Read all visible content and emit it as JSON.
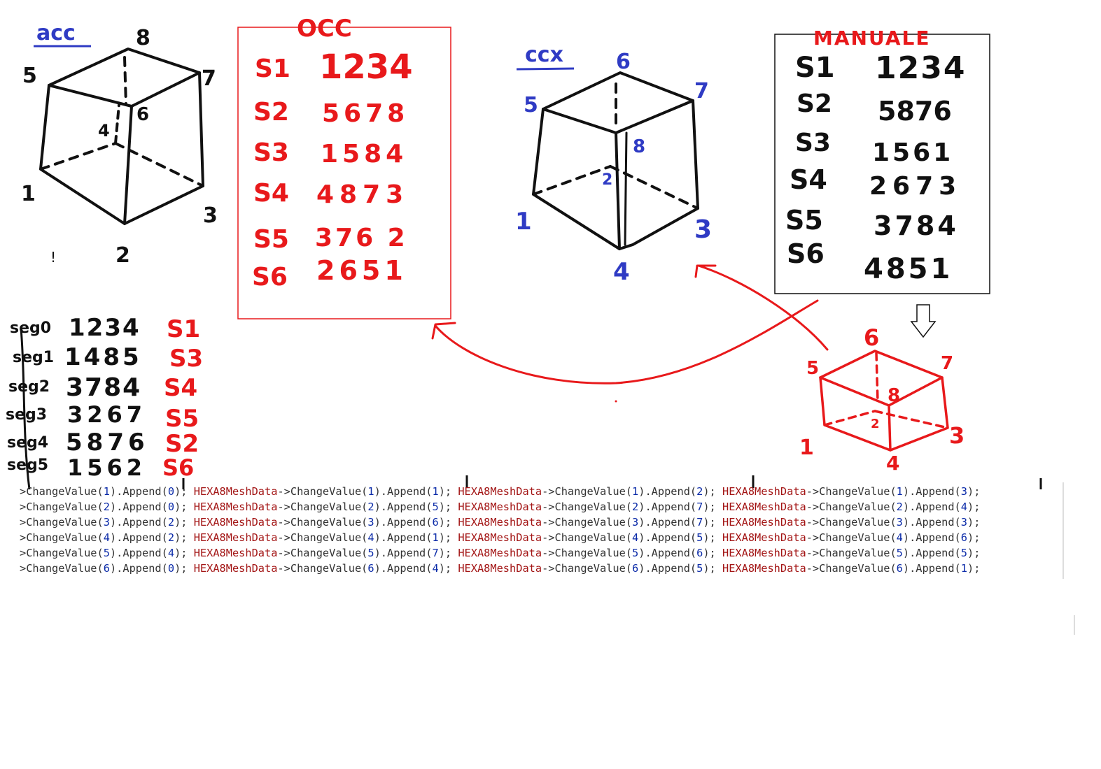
{
  "colors": {
    "black": "#111111",
    "red": "#e8191b",
    "blue": "#2f3bc4",
    "code_red": "#a31515",
    "code_num": "#0a2aa8"
  },
  "acc": {
    "title": "acc",
    "nodes": [
      "1",
      "2",
      "3",
      "4",
      "5",
      "6",
      "7",
      "8"
    ]
  },
  "occ": {
    "title": "OCC",
    "rows": [
      {
        "label": "S1",
        "values": "1234"
      },
      {
        "label": "S2",
        "values": "5678"
      },
      {
        "label": "S3",
        "values": "1584"
      },
      {
        "label": "S4",
        "values": "4873"
      },
      {
        "label": "S5",
        "values": "376 2"
      },
      {
        "label": "S6",
        "values": "2651"
      }
    ]
  },
  "ccx": {
    "title": "ccx",
    "nodes": [
      "1",
      "2",
      "3",
      "4",
      "5",
      "6",
      "7",
      "8"
    ]
  },
  "manuale": {
    "title": "MANUALE",
    "rows": [
      {
        "label": "S1",
        "values": "1234"
      },
      {
        "label": "S2",
        "values": "5876"
      },
      {
        "label": "S3",
        "values": "1561"
      },
      {
        "label": "S4",
        "values": "2673"
      },
      {
        "label": "S5",
        "values": "3784"
      },
      {
        "label": "S6",
        "values": "4851"
      }
    ]
  },
  "red_cube": {
    "nodes": [
      "1",
      "2",
      "3",
      "4",
      "5",
      "6",
      "7",
      "8"
    ]
  },
  "seg_table": {
    "rows": [
      {
        "label": "seg0",
        "values": "1234",
        "s": "S1"
      },
      {
        "label": "seg1",
        "values": "1485",
        "s": "S3"
      },
      {
        "label": "seg2",
        "values": "3784",
        "s": "S4"
      },
      {
        "label": "seg3",
        "values": "3267",
        "s": "S5"
      },
      {
        "label": "seg4",
        "values": "5876",
        "s": "S2"
      },
      {
        "label": "seg5",
        "values": "1562",
        "s": "S6"
      }
    ]
  },
  "code": {
    "prefix": ">ChangeValue",
    "object": "HEXA8MeshData",
    "arrow": "->ChangeValue",
    "append": ".Append",
    "lines": [
      {
        "idx": "1",
        "a": "0",
        "b": "1",
        "c": "2",
        "d": "3"
      },
      {
        "idx": "2",
        "a": "0",
        "b": "5",
        "c": "7",
        "d": "4"
      },
      {
        "idx": "3",
        "a": "2",
        "b": "6",
        "c": "7",
        "d": "3"
      },
      {
        "idx": "4",
        "a": "2",
        "b": "1",
        "c": "5",
        "d": "6"
      },
      {
        "idx": "5",
        "a": "4",
        "b": "7",
        "c": "6",
        "d": "5"
      },
      {
        "idx": "6",
        "a": "0",
        "b": "4",
        "c": "5",
        "d": "1"
      }
    ]
  }
}
